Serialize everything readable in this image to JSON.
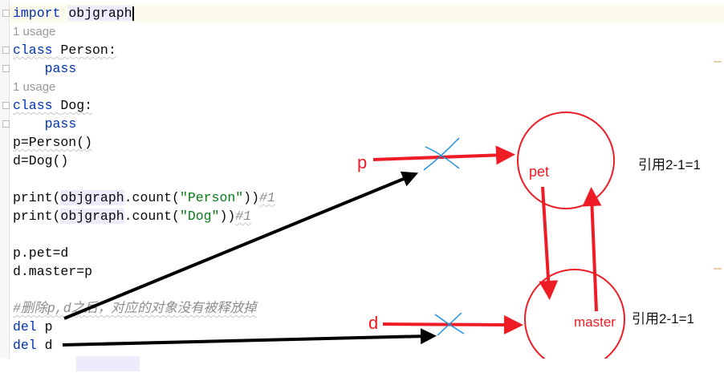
{
  "code": {
    "l1_kw": "import",
    "l1_mod": "objgraph",
    "usage1": "1 usage",
    "l3_kw": "class",
    "l3_name": "Person:",
    "l4_kw": "pass",
    "usage2": "1 usage",
    "l6_kw": "class",
    "l6_name": "Dog:",
    "l7_kw": "pass",
    "l8": "p=Person()",
    "l9": "d=Dog()",
    "l11_a": "print(",
    "l11_mod": "objgraph",
    "l11_b": ".count(",
    "l11_str": "\"Person\"",
    "l11_c": "))",
    "l11_cm": "#1",
    "l12_a": "print(",
    "l12_mod": "objgraph",
    "l12_b": ".count(",
    "l12_str": "\"Dog\"",
    "l12_c": "))",
    "l12_cm": "#1",
    "l14": "p.pet=d",
    "l15": "d.master=p",
    "l17_cm": "#删除p,d之后，对应的对象没有被释放掉",
    "l18_kw": "del",
    "l18_var": "p",
    "l19_kw": "del",
    "l19_var": "d"
  },
  "annotations": {
    "p_label": "p",
    "d_label": "d",
    "pet_label": "pet",
    "master_label": "master",
    "ref_person": "引用2-1=1",
    "ref_dog": "引用2-1=1"
  },
  "colors": {
    "annotation_red": "#ee1c25",
    "cross_blue": "#1e90e0",
    "keyword": "#0033b3",
    "string": "#067d17"
  }
}
